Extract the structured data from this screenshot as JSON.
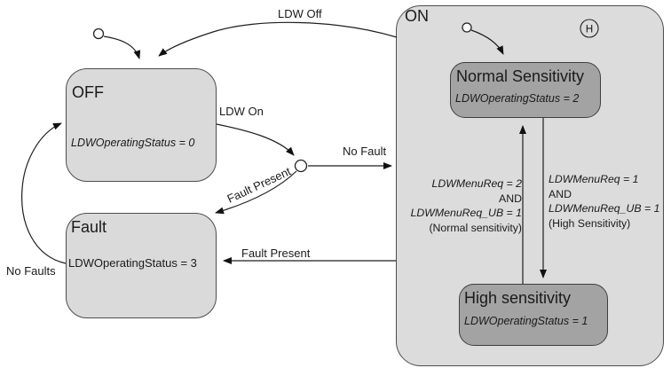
{
  "diagram": {
    "type": "state-machine",
    "states": {
      "off": {
        "title": "OFF",
        "body": "LDWOperatingStatus = 0"
      },
      "fault": {
        "title": "Fault",
        "body": "LDWOperatingStatus = 3"
      },
      "on": {
        "title": "ON"
      },
      "normal_sensitivity": {
        "title": "Normal Sensitivity",
        "body": "LDWOperatingStatus = 2"
      },
      "high_sensitivity": {
        "title": "High sensitivity",
        "body": "LDWOperatingStatus = 1"
      }
    },
    "junctions": {
      "history_label": "H"
    },
    "transitions": {
      "ldw_off": "LDW Off",
      "ldw_on": "LDW On",
      "no_fault": "No Fault",
      "fault_present_to_fault": "Fault Present",
      "fault_present_from_on": "Fault Present",
      "no_faults": "No Faults",
      "high_to_normal": {
        "cond1": "LDWMenuReq = 2",
        "op": "AND",
        "cond2": "LDWMenuReq_UB = 1",
        "note": "(Normal sensitivity)"
      },
      "normal_to_high": {
        "cond1": "LDWMenuReq = 1",
        "op": "AND",
        "cond2": "LDWMenuReq_UB = 1",
        "note": "(High Sensitivity)"
      }
    },
    "colors": {
      "background": "#ffffff",
      "state_fill": "#dadada",
      "substate_fill": "#a3a3a3",
      "state_border": "#4d4d4d",
      "line": "#1e1e1e"
    }
  }
}
